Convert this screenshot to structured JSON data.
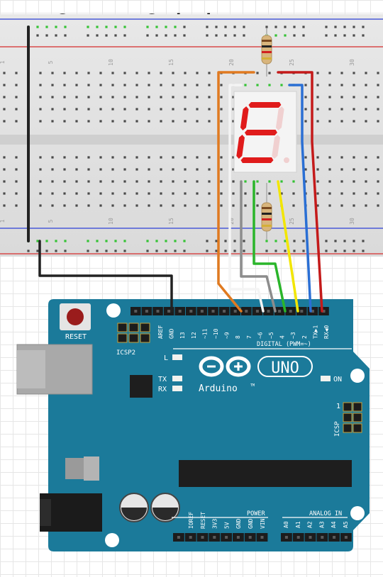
{
  "title": "Common Cathode",
  "breadboard": {
    "column_numbers": [
      "1",
      "5",
      "10",
      "15",
      "20",
      "25",
      "30"
    ]
  },
  "seven_segment": {
    "displayed_character": "E",
    "segment_color": "#e01b1b"
  },
  "arduino": {
    "board_color": "#1b7a9a",
    "reset_label": "RESET",
    "icsp2_label": "ICSP2",
    "icsp_label": "ICSP",
    "icsp_pin1_label": "1",
    "digital_header_labels": [
      "AREF",
      "GND",
      "13",
      "12",
      "~11",
      "~10",
      "~9",
      "8",
      "7",
      "~6",
      "~5",
      "4",
      "~3",
      "2",
      "TX▶1",
      "RX◀0"
    ],
    "digital_title": "DIGITAL (PWM=~)",
    "led_l_label": "L",
    "led_tx_label": "TX",
    "led_rx_label": "RX",
    "on_label": "ON",
    "brand_label": "Arduino",
    "tm_label": "TM",
    "uno_label": "UNO",
    "power_title": "POWER",
    "power_labels": [
      "IOREF",
      "RESET",
      "3V3",
      "5V",
      "GND",
      "GND",
      "VIN"
    ],
    "analog_title": "ANALOG IN",
    "analog_labels": [
      "A0",
      "A1",
      "A2",
      "A3",
      "A4",
      "A5"
    ]
  },
  "wires": {
    "gnd": "#222222",
    "pin8": "#e07a20",
    "pin7": "#f4f4f4",
    "pin6": "#8c8c8c",
    "pin5": "#2ab52a",
    "pin4": "#f2e600",
    "pin3": "#2a6fd4",
    "pin2": "#c41a1a"
  }
}
